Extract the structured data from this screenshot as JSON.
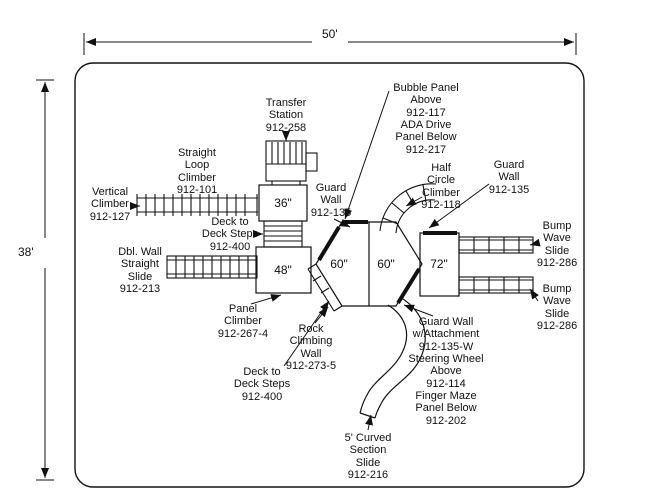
{
  "diagram": {
    "dim_width": "50'",
    "dim_height": "38'"
  },
  "decks": {
    "d36": "36\"",
    "d48": "48\"",
    "d60_left": "60\"",
    "d60_right": "60\"",
    "d72": "72\""
  },
  "labels": {
    "transfer_station": "Transfer\nStation\n912-258",
    "straight_loop_climber": "Straight\nLoop\nClimber\n912-101",
    "vertical_climber": "Vertical\nClimber\n912-127",
    "deck_steps_top": "Deck to\nDeck Steps\n912-400",
    "dbl_wall_slide": "Dbl. Wall\nStraight\nSlide\n912-213",
    "panel_climber": "Panel\nClimber\n912-267-4",
    "guard_wall_center": "Guard\nWall\n912-135",
    "bubble_panel": "Bubble Panel\nAbove\n912-117\nADA Drive\nPanel Below\n912-217",
    "half_circle_climber": "Half\nCircle\nClimber\n912-118",
    "guard_wall_right": "Guard\nWall\n912-135",
    "bump_wave_slide_top": "Bump\nWave\nSlide\n912-286",
    "bump_wave_slide_bottom": "Bump\nWave\nSlide\n912-286",
    "rock_climbing_wall": "Rock\nClimbing\nWall\n912-273-5",
    "guard_wall_attachment": "Guard Wall\nw/Attachment\n912-135-W\nSteering Wheel\nAbove\n912-114\nFinger Maze\nPanel Below\n912-202",
    "deck_steps_bottom": "Deck to\nDeck Steps\n912-400",
    "curved_slide": "5' Curved\nSection\nSlide\n912-216"
  }
}
